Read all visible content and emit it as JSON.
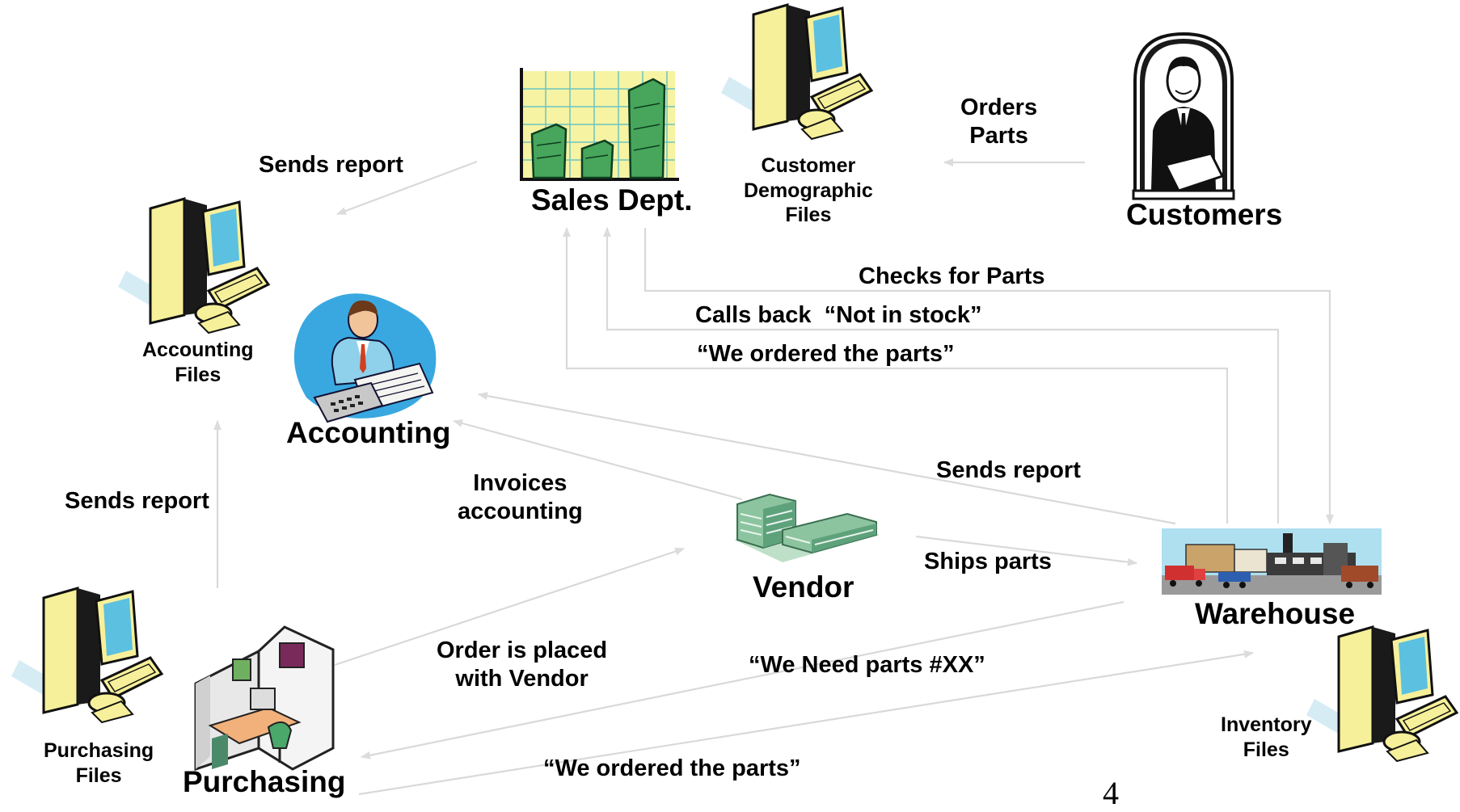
{
  "nodes": {
    "sales": "Sales Dept.",
    "customers": "Customers",
    "accounting": "Accounting",
    "vendor": "Vendor",
    "warehouse": "Warehouse",
    "purchasing": "Purchasing"
  },
  "files": {
    "customer": "Customer\nDemographic\nFiles",
    "accounting": "Accounting\nFiles",
    "purchasing": "Purchasing\nFiles",
    "inventory": "Inventory\nFiles"
  },
  "edges": {
    "orders_parts": "Orders\nParts",
    "sales_sends_report": "Sends report",
    "checks_for_parts": "Checks for Parts",
    "calls_back": "Calls back  “Not in stock”",
    "we_ordered_top": "“We ordered the parts”",
    "purchasing_sends_report": "Sends report",
    "invoices": "Invoices\naccounting",
    "warehouse_sends_report": "Sends report",
    "ships_parts": "Ships parts",
    "order_placed": "Order is placed\nwith Vendor",
    "need_parts": "“We Need parts #XX”",
    "we_ordered_bottom": "“We ordered the parts”"
  },
  "page_number": "4"
}
